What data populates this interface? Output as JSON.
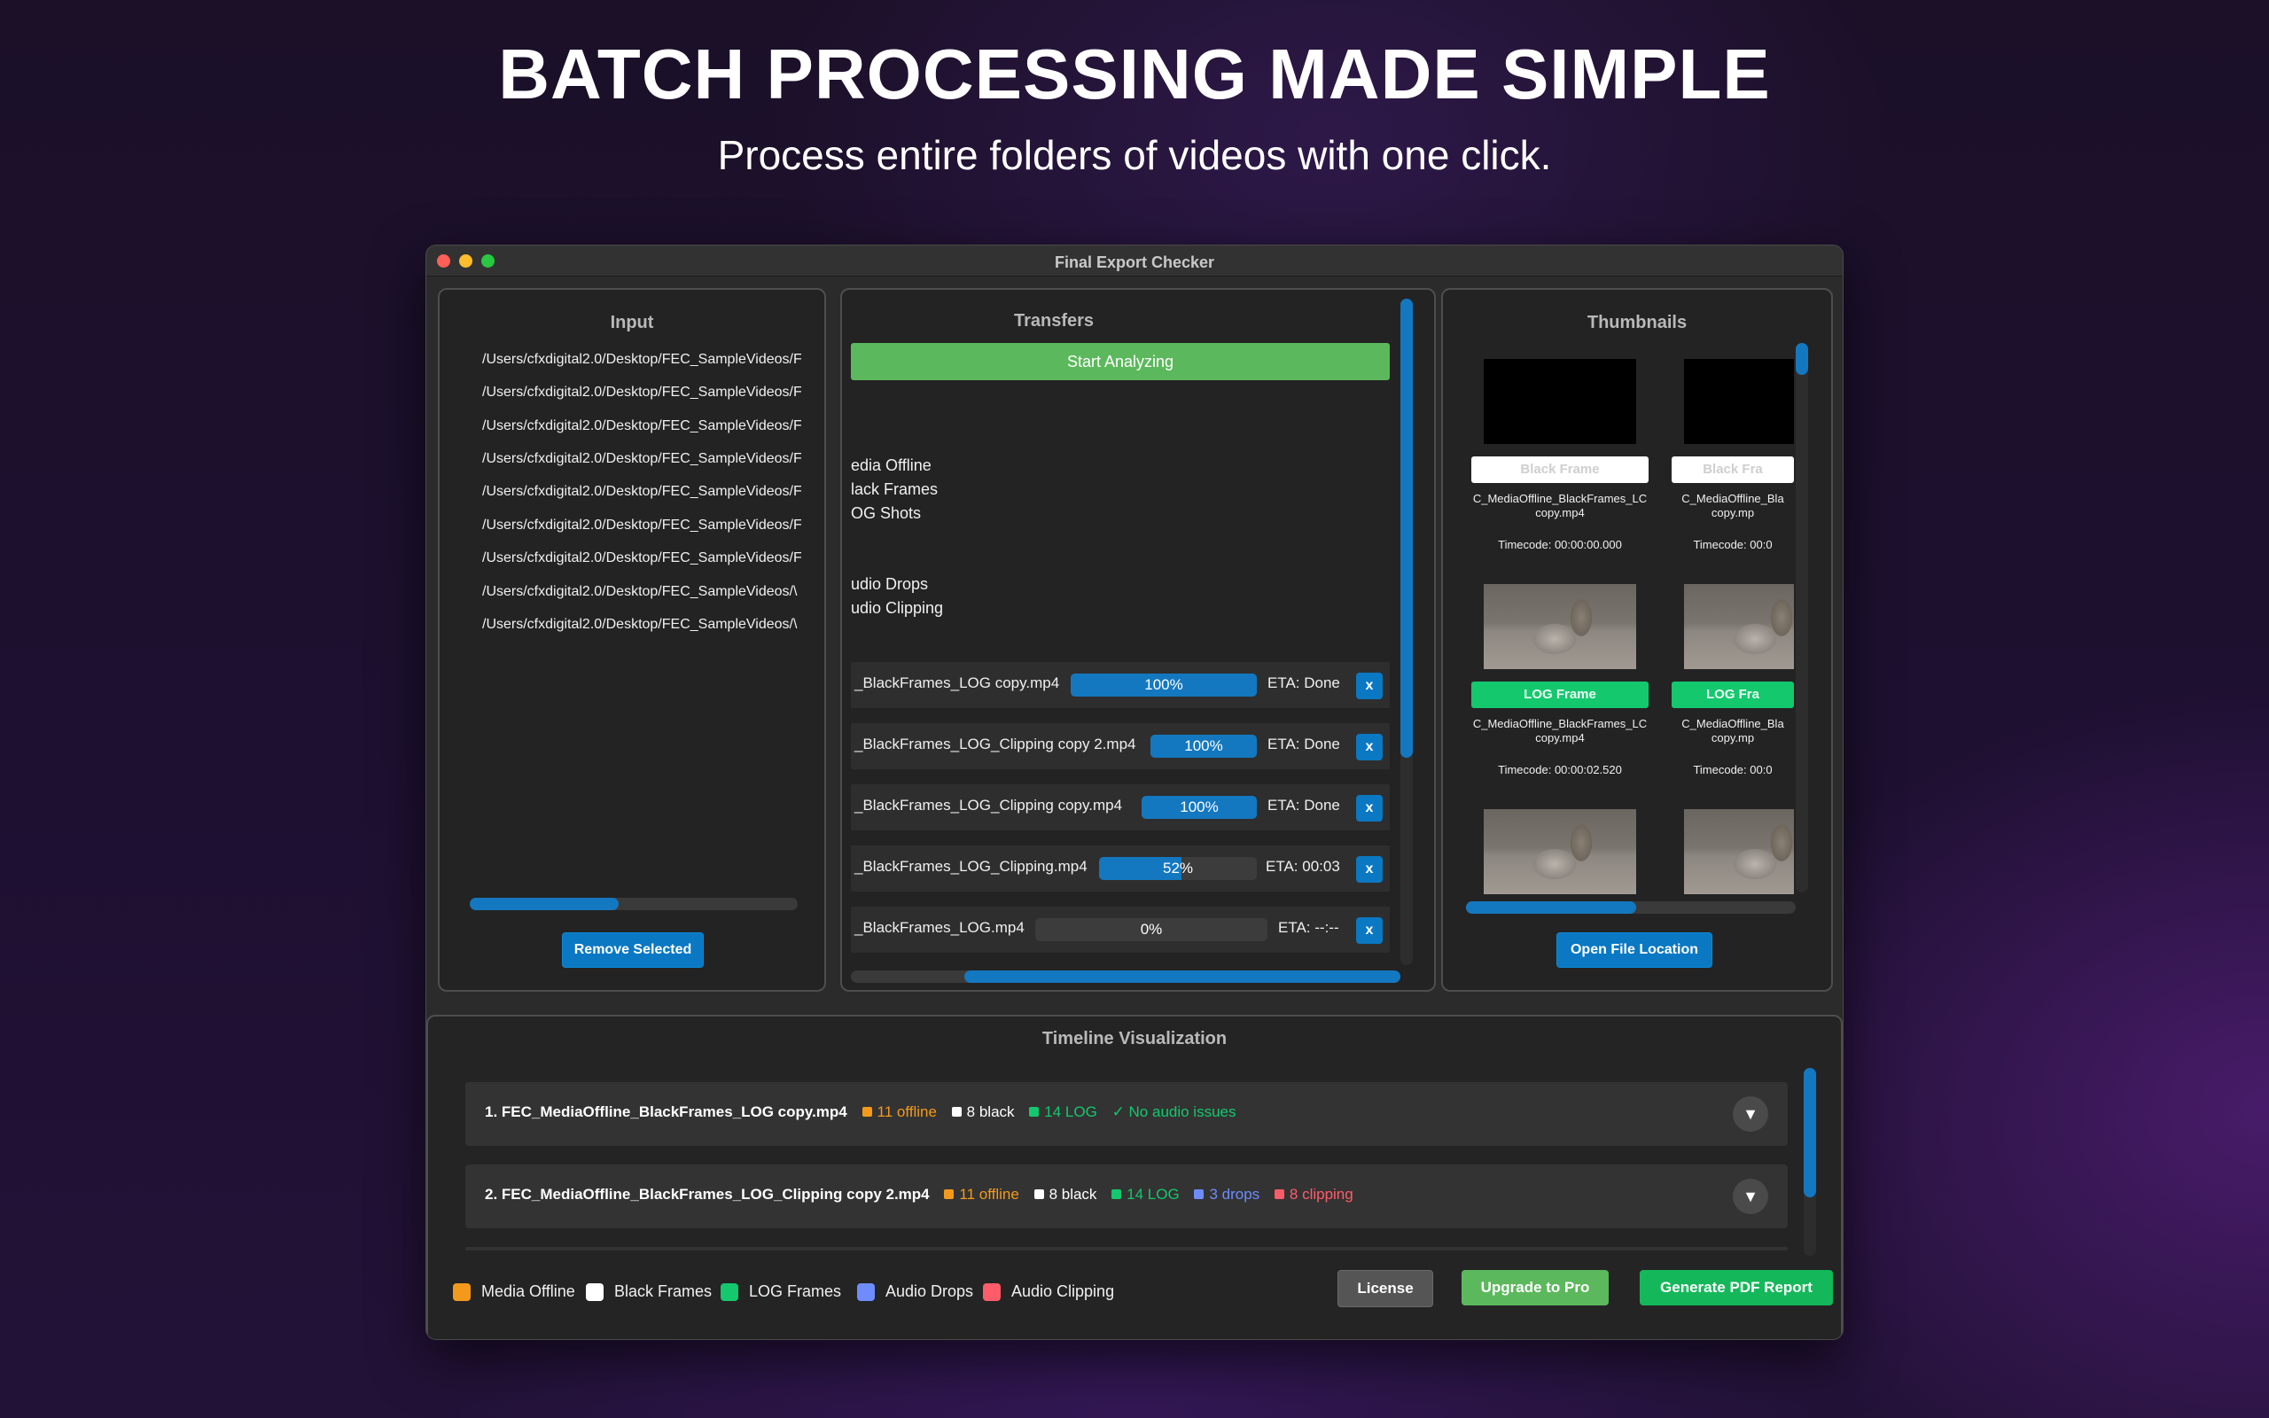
{
  "hero": {
    "title": "BATCH PROCESSING MADE SIMPLE",
    "subtitle": "Process entire folders of videos with one click."
  },
  "window": {
    "title": "Final Export Checker"
  },
  "input_panel": {
    "title": "Input",
    "paths": [
      "/Users/cfxdigital2.0/Desktop/FEC_SampleVideos/F",
      "/Users/cfxdigital2.0/Desktop/FEC_SampleVideos/F",
      "/Users/cfxdigital2.0/Desktop/FEC_SampleVideos/F",
      "/Users/cfxdigital2.0/Desktop/FEC_SampleVideos/F",
      "/Users/cfxdigital2.0/Desktop/FEC_SampleVideos/F",
      "/Users/cfxdigital2.0/Desktop/FEC_SampleVideos/F",
      "/Users/cfxdigital2.0/Desktop/FEC_SampleVideos/F",
      "/Users/cfxdigital2.0/Desktop/FEC_SampleVideos/\\",
      "/Users/cfxdigital2.0/Desktop/FEC_SampleVideos/\\"
    ],
    "remove_label": "Remove Selected"
  },
  "transfers_panel": {
    "title": "Transfers",
    "start_label": "Start Analyzing",
    "checks": [
      "edia Offline",
      "lack Frames",
      "OG Shots",
      "udio Drops",
      "udio Clipping"
    ],
    "rows": [
      {
        "name": "_BlackFrames_LOG copy.mp4",
        "percent": 100,
        "percent_label": "100%",
        "eta": "ETA: Done",
        "close": "x"
      },
      {
        "name": "_BlackFrames_LOG_Clipping copy 2.mp4",
        "percent": 100,
        "percent_label": "100%",
        "eta": "ETA: Done",
        "close": "x"
      },
      {
        "name": "_BlackFrames_LOG_Clipping copy.mp4",
        "percent": 100,
        "percent_label": "100%",
        "eta": "ETA: Done",
        "close": "x"
      },
      {
        "name": "_BlackFrames_LOG_Clipping.mp4",
        "percent": 52,
        "percent_label": "52%",
        "eta": "ETA: 00:03",
        "close": "x"
      },
      {
        "name": "_BlackFrames_LOG.mp4",
        "percent": 0,
        "percent_label": "0%",
        "eta": "ETA: --:--",
        "close": "x"
      }
    ]
  },
  "thumbnails_panel": {
    "title": "Thumbnails",
    "cards": [
      {
        "label": "Black Frame",
        "name_line1": "C_MediaOffline_BlackFrames_LC",
        "name_line2": "copy.mp4",
        "timecode": "Timecode: 00:00:00.000"
      },
      {
        "label": "Black Fra",
        "name_line1": "C_MediaOffline_Bla",
        "name_line2": "copy.mp",
        "timecode": "Timecode: 00:0"
      },
      {
        "label": "LOG Frame",
        "name_line1": "C_MediaOffline_BlackFrames_LC",
        "name_line2": "copy.mp4",
        "timecode": "Timecode: 00:00:02.520"
      },
      {
        "label": "LOG Fra",
        "name_line1": "C_MediaOffline_Bla",
        "name_line2": "copy.mp",
        "timecode": "Timecode: 00:0"
      }
    ],
    "open_label": "Open File Location"
  },
  "timeline": {
    "title": "Timeline Visualization",
    "rows": [
      {
        "name": "1. FEC_MediaOffline_BlackFrames_LOG copy.mp4",
        "offline": "11 offline",
        "black": "8 black",
        "log": "14 LOG",
        "audio": "✓ No audio issues",
        "chevron": "▼"
      },
      {
        "name": "2. FEC_MediaOffline_BlackFrames_LOG_Clipping copy 2.mp4",
        "offline": "11 offline",
        "black": "8 black",
        "log": "14 LOG",
        "drops": "3 drops",
        "clipping": "8 clipping",
        "chevron": "▼"
      }
    ]
  },
  "legend": {
    "media_offline": "Media Offline",
    "black_frames": "Black Frames",
    "log_frames": "LOG Frames",
    "audio_drops": "Audio Drops",
    "audio_clipping": "Audio Clipping"
  },
  "actions": {
    "license": "License",
    "upgrade": "Upgrade to Pro",
    "generate": "Generate PDF Report"
  },
  "colors": {
    "media_offline": "#f39a1c",
    "black_frames": "#ffffff",
    "log_frames": "#14c86e",
    "audio_drops": "#6f8cff",
    "audio_clipping": "#ff5c6a",
    "accent_blue": "#0a78c2",
    "start_green": "#5cb85c"
  }
}
